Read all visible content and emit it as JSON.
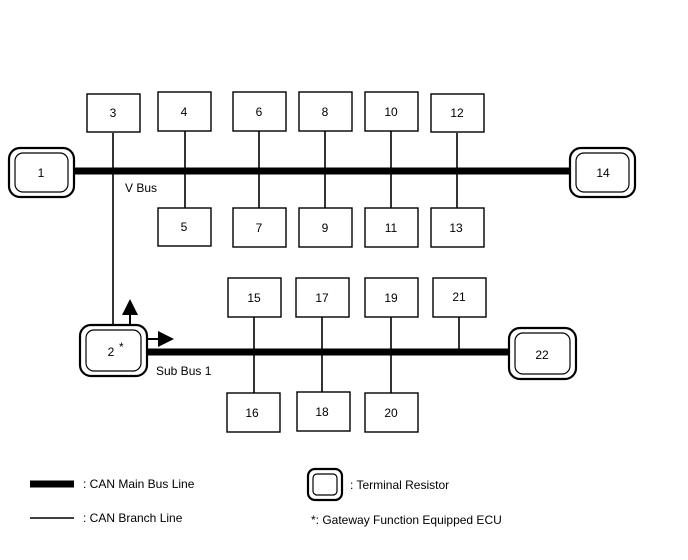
{
  "diagram": {
    "v_bus_label": "V Bus",
    "sub_bus_label": "Sub Bus 1",
    "node_labels": {
      "n1": "1",
      "n2": "2",
      "n2_mark": "*",
      "n3": "3",
      "n4": "4",
      "n5": "5",
      "n6": "6",
      "n7": "7",
      "n8": "8",
      "n9": "9",
      "n10": "10",
      "n11": "11",
      "n12": "12",
      "n13": "13",
      "n14": "14",
      "n15": "15",
      "n16": "16",
      "n17": "17",
      "n18": "18",
      "n19": "19",
      "n20": "20",
      "n21": "21",
      "n22": "22"
    }
  },
  "legend": {
    "main_bus": ": CAN Main Bus Line",
    "branch": ": CAN Branch Line",
    "terminal": ": Terminal Resistor",
    "gateway": "*: Gateway Function Equipped ECU"
  }
}
